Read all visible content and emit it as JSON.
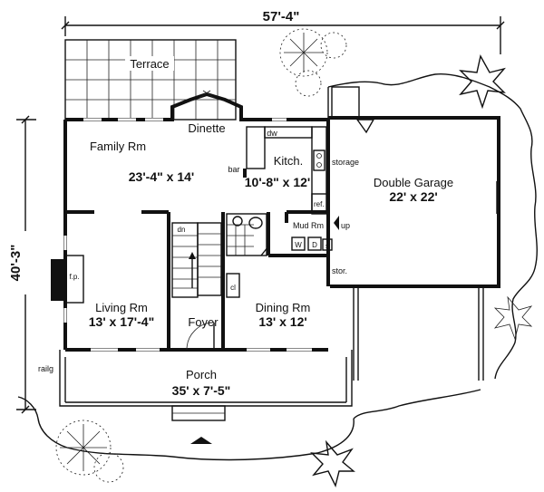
{
  "dimensions": {
    "overall_width": "57'-4\"",
    "overall_depth": "40'-3\""
  },
  "rooms": {
    "terrace": {
      "name": "Terrace"
    },
    "dinette": {
      "name": "Dinette"
    },
    "family": {
      "name": "Family Rm",
      "size": "23'-4\" x 14'"
    },
    "kitchen": {
      "name": "Kitch.",
      "size": "10'-8\" x 12'"
    },
    "garage": {
      "name": "Double Garage",
      "size": "22' x 22'"
    },
    "mud": {
      "name": "Mud Rm"
    },
    "living": {
      "name": "Living Rm",
      "size": "13' x 17'-4\""
    },
    "foyer": {
      "name": "Foyer"
    },
    "dining": {
      "name": "Dining Rm",
      "size": "13' x 12'"
    },
    "porch": {
      "name": "Porch",
      "size": "35' x 7'-5\""
    }
  },
  "labels": {
    "dw": "dw",
    "bar": "bar",
    "storage": "storage",
    "ref": "ref.",
    "up": "up",
    "stor": "stor.",
    "dn": "dn",
    "fp": "f.p.",
    "cl": "cl",
    "railing": "railg",
    "washer": "W",
    "dryer": "D",
    "sink": "s"
  }
}
